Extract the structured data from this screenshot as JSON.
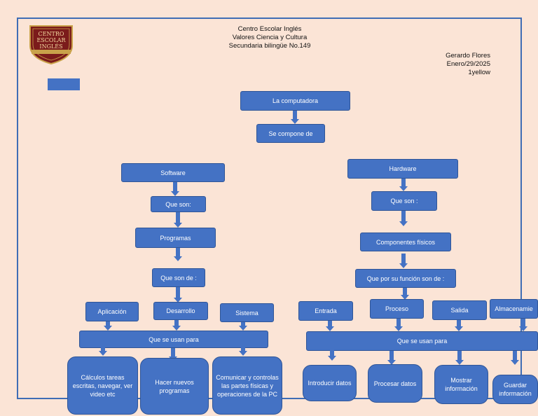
{
  "header": {
    "line1": "Centro Escolar Inglés",
    "line2": "Valores Ciencia y Cultura",
    "line3": "Secundaria bilingüe No.149"
  },
  "author": {
    "name": "Gerardo Flores",
    "date": "Enero/29/2025",
    "group": "1yellow"
  },
  "logo": {
    "line1": "CENTRO",
    "line2": "ESCOLAR",
    "line3": "INGLÉS"
  },
  "diagram": {
    "root": "La computadora",
    "compose": "Se compone de",
    "software": {
      "title": "Software",
      "que_son": "Que son:",
      "programas": "Programas",
      "que_son_de": "Que son de :",
      "types": [
        "Aplicación",
        "Desarrollo",
        "Sistema"
      ],
      "usan_para": "Que se usan para",
      "uses": [
        "Cálculos tareas escritas, navegar, ver video etc",
        "Hacer nuevos programas",
        "Comunicar y controlas las partes físicas y operaciones de la PC"
      ]
    },
    "hardware": {
      "title": "Hardware",
      "que_son": "Que son :",
      "componentes": "Componentes físicos",
      "por_funcion": "Que por su función son de :",
      "types": [
        "Entrada",
        "Proceso",
        "Salida",
        "Almacenamie"
      ],
      "usan_para": "Que se usan para",
      "uses": [
        "Introducir datos",
        "Procesar datos",
        "Mostrar información",
        "Guardar información"
      ]
    }
  }
}
